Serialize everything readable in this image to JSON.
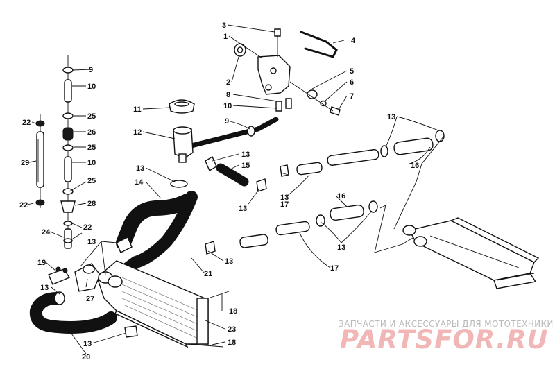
{
  "callouts": {
    "c1": "1",
    "c2": "2",
    "c3": "3",
    "c4": "4",
    "c5": "5",
    "c6": "6",
    "c7": "7",
    "c8": "8",
    "c9a": "9",
    "c9b": "9",
    "c10a": "10",
    "c10b": "10",
    "c10c": "10",
    "c11": "11",
    "c12": "12",
    "c13a": "13",
    "c13b": "13",
    "c13c": "13",
    "c13d": "13",
    "c13e": "13",
    "c13f": "13",
    "c13g": "13",
    "c13h": "13",
    "c13i": "13",
    "c13j": "13",
    "c14": "14",
    "c15": "15",
    "c16a": "16",
    "c16b": "16",
    "c17a": "17",
    "c17b": "17",
    "c18a": "18",
    "c18b": "18",
    "c19": "19",
    "c20": "20",
    "c21": "21",
    "c22a": "22",
    "c22b": "22",
    "c22c": "22",
    "c23": "23",
    "c24": "24",
    "c25a": "25",
    "c25b": "25",
    "c25c": "25",
    "c26": "26",
    "c27": "27",
    "c28": "28",
    "c29": "29"
  },
  "watermark": {
    "tagline": "ЗАПЧАСТИ И АКСЕССУАРЫ ДЛЯ МОТОТЕХНИКИ",
    "brand": "PARTSFOR.RU"
  }
}
